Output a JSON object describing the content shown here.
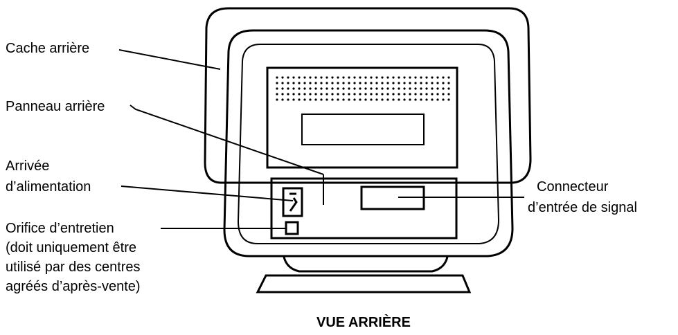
{
  "labels": {
    "rear_cover": "Cache arrière",
    "rear_panel": "Panneau arrière",
    "power_inlet_line1": "Arrivée",
    "power_inlet_line2": "d’alimentation",
    "service_port_line1": "Orifice d’entretien",
    "service_port_line2": "(doit uniquement être",
    "service_port_line3": "utilisé par des centres",
    "service_port_line4": "agréés d’après-vente)",
    "signal_connector_line1": "Connecteur",
    "signal_connector_line2": "d’entrée de signal"
  },
  "caption": "VUE ARRIÈRE"
}
